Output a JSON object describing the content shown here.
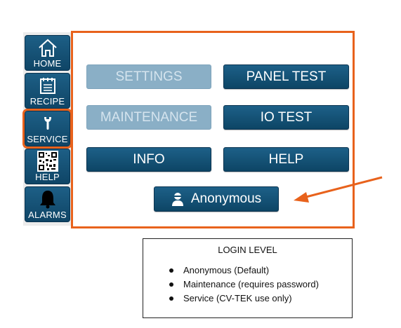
{
  "nav": {
    "items": [
      {
        "label": "HOME",
        "icon": "home-icon"
      },
      {
        "label": "RECIPE",
        "icon": "recipe-icon"
      },
      {
        "label": "SERVICE",
        "icon": "wrench-icon",
        "active": true
      },
      {
        "label": "HELP",
        "icon": "qr-code-icon"
      },
      {
        "label": "ALARMS",
        "icon": "bell-icon"
      }
    ]
  },
  "panel": {
    "settings": "SETTINGS",
    "panel_test": "PANEL TEST",
    "maintenance": "MAINTENANCE",
    "io_test": "IO TEST",
    "info": "INFO",
    "help": "HELP",
    "user": "Anonymous",
    "user_icon": "user-icon"
  },
  "legend": {
    "title": "LOGIN LEVEL",
    "items": [
      "Anonymous (Default)",
      "Maintenance (requires password)",
      "Service (CV-TEK use only)"
    ]
  },
  "colors": {
    "accent_orange": "#e8621c",
    "button_blue": "#0f4a6d",
    "disabled_blue": "#8aafc6"
  }
}
